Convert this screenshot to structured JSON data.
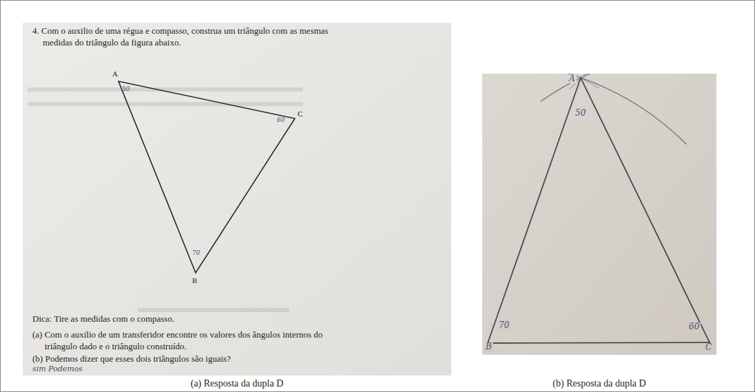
{
  "diagram": {
    "labels": [
      "4. Com o auxilio de uma régua e compasso, construa um triângulo com as mesmas medidas do triângulo da figura abaixo.",
      "A",
      "50",
      "C",
      "60",
      "70",
      "B",
      "Dica: Tire as medidas com o compasso.",
      "(a) Com o auxilio de um transferidor encontre os valores dos ângulos internos do triângulo dado e o triângulo construído.",
      "(b) Podemos dizer que esses dois triângulos são iguais?",
      "sim Podemos",
      "A",
      "50",
      "70",
      "B",
      "60",
      "C",
      "(a) Resposta da dupla D",
      "(b) Resposta da dupla D"
    ]
  }
}
